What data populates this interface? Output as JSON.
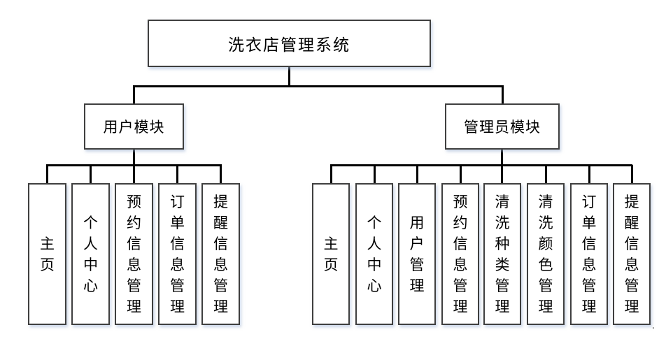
{
  "diagram": {
    "root_label": "洗衣店管理系统",
    "modules": [
      {
        "label": "用户模块",
        "children": [
          "主页",
          "个人中心",
          "预约信息管理",
          "订单信息管理",
          "提醒信息管理"
        ]
      },
      {
        "label": "管理员模块",
        "children": [
          "主页",
          "个人中心",
          "用户管理",
          "预约信息管理",
          "清洗种类管理",
          "清洗颜色管理",
          "订单信息管理",
          "提醒信息管理"
        ]
      }
    ]
  },
  "stray_text": ".",
  "colors": {
    "line": "#000000",
    "border": "#3f3f3f",
    "fill": "#ffffff",
    "shadow": "rgba(160,180,212,0.55)"
  }
}
